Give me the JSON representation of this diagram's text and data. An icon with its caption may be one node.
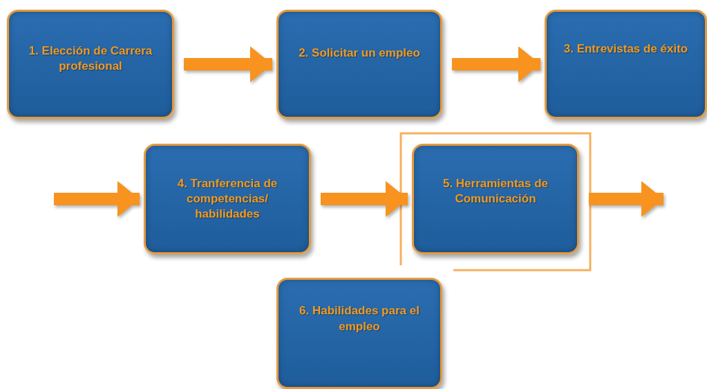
{
  "diagram": {
    "nodes": [
      {
        "text": [
          "1. Elección de Carrera profesional"
        ]
      },
      {
        "text": [
          "2. Solicitar un empleo"
        ]
      },
      {
        "text": [
          "3. Entrevistas de éxito"
        ]
      },
      {
        "text": [
          "4. Tranferencia de competencias/ habilidades"
        ]
      },
      {
        "text": [
          "5. Herramientas de Comunicación"
        ]
      },
      {
        "text": [
          "6. Habilidades para el empleo"
        ]
      }
    ],
    "edges": [
      {
        "from": 0,
        "to": 1,
        "arrow": "to"
      },
      {
        "from": 1,
        "to": 2,
        "arrow": "to"
      },
      {
        "from": null,
        "to": 3,
        "arrow": "to"
      },
      {
        "from": 3,
        "to": 4,
        "arrow": "to"
      },
      {
        "from": 4,
        "to": null,
        "arrow": "to"
      }
    ]
  }
}
